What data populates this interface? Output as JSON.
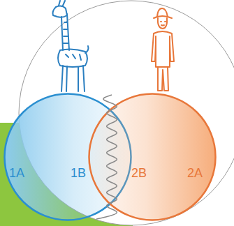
{
  "diagram": {
    "nodes": [
      {
        "text": [
          "1A",
          "1B"
        ]
      },
      {
        "text": [
          "2B",
          "2A"
        ]
      }
    ]
  }
}
